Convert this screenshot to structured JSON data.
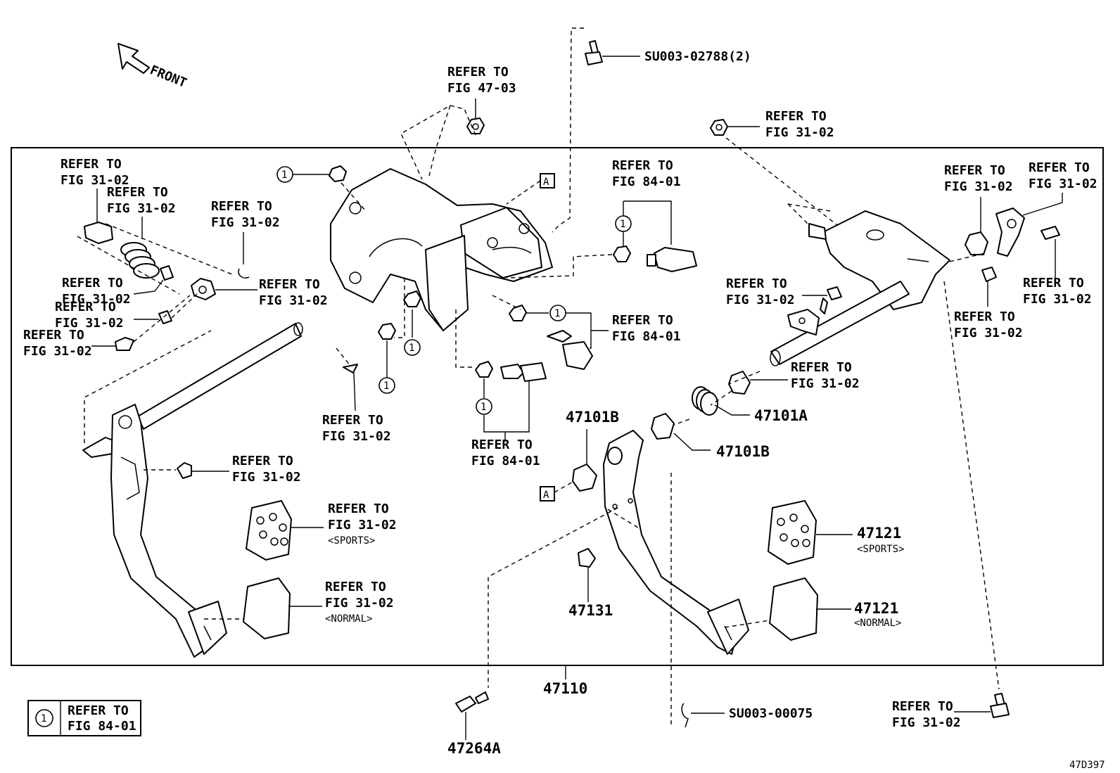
{
  "front_label": "FRONT",
  "figure_code": "47D397",
  "legend": {
    "symbol": "1",
    "text": [
      "REFER TO",
      "FIG 84-01"
    ]
  },
  "part_numbers": {
    "p47110": "47110",
    "p47101A": "47101A",
    "p47101B_left": "47101B",
    "p47101B_right": "47101B",
    "p47121_sports": "47121",
    "p47121_normal": "47121",
    "p47131": "47131",
    "p47264A": "47264A",
    "su_02788": "SU003-02788(2)",
    "su_00075": "SU003-00075"
  },
  "variants": {
    "sports": "<SPORTS>",
    "normal": "<NORMAL>"
  },
  "box_letter": "A",
  "refer_prefix": "REFER TO",
  "refs": {
    "r_4703": "FIG 47-03",
    "r_84_top": "FIG 84-01",
    "r_84_mid": "FIG 84-01",
    "r_84_bot": "FIG 84-01",
    "r_31_bolt_top": "FIG 31-02",
    "r_31_a": "FIG 31-02",
    "r_31_b": "FIG 31-02",
    "r_31_c": "FIG 31-02",
    "r_31_d": "FIG 31-02",
    "r_31_e": "FIG 31-02",
    "r_31_f": "FIG 31-02",
    "r_31_g": "FIG 31-02",
    "r_31_h": "FIG 31-02",
    "r_31_i": "FIG 31-02",
    "r_31_sports": "FIG 31-02",
    "r_31_normal": "FIG 31-02",
    "r_31_r1": "FIG 31-02",
    "r_31_r2": "FIG 31-02",
    "r_31_r3": "FIG 31-02",
    "r_31_r4": "FIG 31-02",
    "r_31_r5": "FIG 31-02",
    "r_31_r6": "FIG 31-02",
    "r_31_bottom": "FIG 31-02"
  }
}
